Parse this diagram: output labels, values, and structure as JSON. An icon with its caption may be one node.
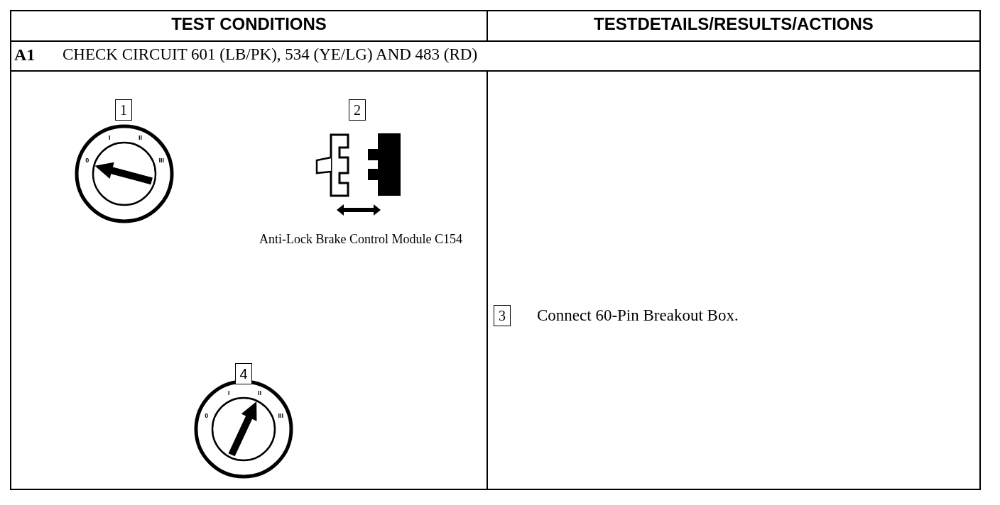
{
  "diagram": {
    "nodes": [
      {
        "text": [
          "1"
        ]
      },
      {
        "text": [
          "2"
        ]
      },
      {
        "text": [
          "3"
        ]
      },
      {
        "text": [
          "4"
        ]
      }
    ],
    "labels": [
      "TEST CONDITIONS",
      "TESTDETAILS/RESULTS/ACTIONS",
      "A1",
      "CHECK CIRCUIT 601 (LB/PK), 534 (YE/LG) AND 483 (RD)",
      "0",
      "I",
      "II",
      "III",
      "Anti-Lock Brake Control Module C154",
      "Connect 60-Pin Breakout Box.",
      "0",
      "I",
      "II",
      "III"
    ]
  }
}
